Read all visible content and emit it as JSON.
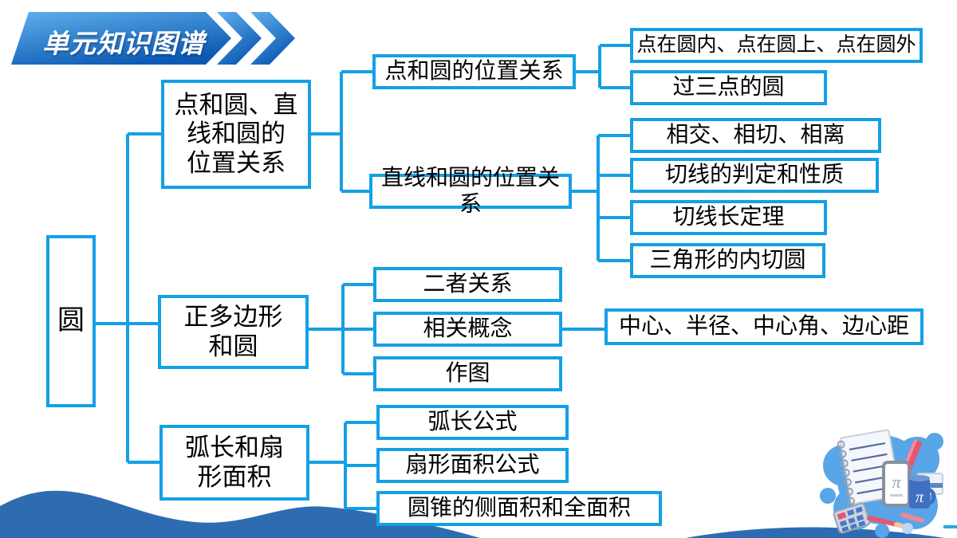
{
  "header": {
    "title": "单元知识图谱",
    "chevron_icon": "double-chevron-right"
  },
  "colors": {
    "box_border": "#14a0e6",
    "connector": "#14a0e6",
    "wave": "#2e6cb2",
    "banner_light": "#5fb0ec",
    "banner_dark": "#0d5ab4",
    "text": "#000000"
  },
  "tree": {
    "root": {
      "label": "圆"
    },
    "branches": [
      {
        "label": "点和圆、直\n线和圆的\n位置关系",
        "children": [
          {
            "label": "点和圆的位置关系",
            "children": [
              {
                "label": "点在圆内、点在圆上、点在圆外"
              },
              {
                "label": "过三点的圆"
              }
            ]
          },
          {
            "label": "直线和圆的位置关系",
            "children": [
              {
                "label": "相交、相切、相离"
              },
              {
                "label": "切线的判定和性质"
              },
              {
                "label": "切线长定理"
              },
              {
                "label": "三角形的内切圆"
              }
            ]
          }
        ]
      },
      {
        "label": "正多边形\n和圆",
        "children": [
          {
            "label": "二者关系"
          },
          {
            "label": "相关概念",
            "children": [
              {
                "label": "中心、半径、中心角、边心距"
              }
            ]
          },
          {
            "label": "作图"
          }
        ]
      },
      {
        "label": "弧长和扇\n形面积",
        "children": [
          {
            "label": "弧长公式"
          },
          {
            "label": "扇形面积公式"
          },
          {
            "label": "圆锥的侧面积和全面积"
          }
        ]
      }
    ]
  },
  "decor": {
    "illustration": "math-supplies-illustration",
    "wave": "bottom-wave"
  }
}
